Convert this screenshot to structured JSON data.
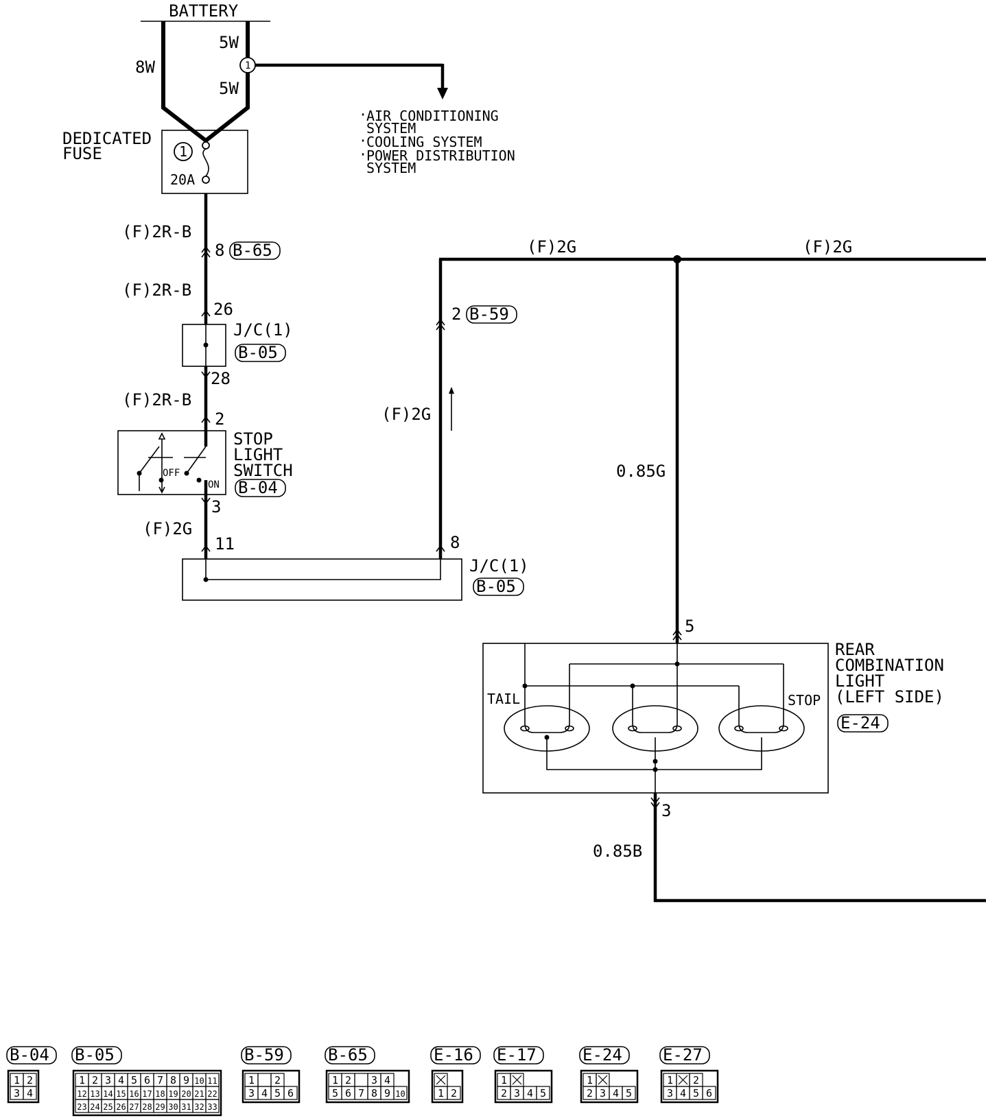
{
  "battery": {
    "label": "BATTERY",
    "wire_left": "8W",
    "wire_top": "5W",
    "wire_bottom": "5W",
    "junction": "1"
  },
  "systems": [
    "AIR CONDITIONING",
    "SYSTEM",
    "COOLING SYSTEM",
    "POWER DISTRIBUTION",
    "SYSTEM"
  ],
  "fuse": {
    "label1": "DEDICATED",
    "label2": "FUSE",
    "number": "1",
    "rating": "20A"
  },
  "wires": {
    "f2rb_1": "(F)2R-B",
    "f2rb_2": "(F)2R-B",
    "f2rb_3": "(F)2R-B",
    "f2g_1": "(F)2G",
    "f2g_2": "(F)2G",
    "f2g_top1": "(F)2G",
    "f2g_top2": "(F)2G",
    "g085": "0.85G",
    "b085": "0.85B"
  },
  "pins": {
    "b65_pin": "8",
    "jc_top_in": "26",
    "jc_top_out": "28",
    "sw_in": "2",
    "sw_out": "3",
    "jc_bot_left": "11",
    "jc_bot_right": "8",
    "b59_pin": "2",
    "e24_in": "5",
    "e24_out": "3"
  },
  "conn_ids": {
    "b65": "B-65",
    "b05_a": "B-05",
    "b05_b": "B-05",
    "b04": "B-04",
    "b59": "B-59",
    "e24": "E-24"
  },
  "jc": {
    "label_a": "J/C(1)",
    "label_b": "J/C(1)"
  },
  "switch": {
    "line1": "STOP",
    "line2": "LIGHT",
    "line3": "SWITCH",
    "off": "OFF",
    "on": "ON"
  },
  "lamp": {
    "line1": "REAR",
    "line2": "COMBINATION",
    "line3": "LIGHT",
    "line4": "(LEFT SIDE)",
    "tail": "TAIL",
    "stop": "STOP"
  },
  "connector_legend": [
    {
      "id": "B-04",
      "rows": [
        [
          "1",
          "2"
        ],
        [
          "3",
          "4"
        ]
      ]
    },
    {
      "id": "B-05",
      "rows": [
        [
          "1",
          "2",
          "3",
          "4",
          "5",
          "6",
          "7",
          "8",
          "9",
          "10",
          "11"
        ],
        [
          "12",
          "13",
          "14",
          "15",
          "16",
          "17",
          "18",
          "19",
          "20",
          "21",
          "22"
        ],
        [
          "23",
          "24",
          "25",
          "26",
          "27",
          "28",
          "29",
          "30",
          "31",
          "32",
          "33"
        ]
      ]
    },
    {
      "id": "B-59",
      "rows": [
        [
          "1",
          "",
          "2"
        ],
        [
          "3",
          "4",
          "5",
          "6"
        ]
      ]
    },
    {
      "id": "B-65",
      "rows": [
        [
          "1",
          "2",
          "",
          "3",
          "4"
        ],
        [
          "5",
          "6",
          "7",
          "8",
          "9",
          "10"
        ]
      ]
    },
    {
      "id": "E-16",
      "rows": [
        [
          "X"
        ],
        [
          "1",
          "2"
        ]
      ]
    },
    {
      "id": "E-17",
      "rows": [
        [
          "1",
          "X"
        ],
        [
          "2",
          "3",
          "4",
          "5"
        ]
      ]
    },
    {
      "id": "E-24",
      "rows": [
        [
          "1",
          "X"
        ],
        [
          "2",
          "3",
          "4",
          "5"
        ]
      ]
    },
    {
      "id": "E-27",
      "rows": [
        [
          "1",
          "X",
          "2"
        ],
        [
          "3",
          "4",
          "5",
          "6"
        ]
      ]
    }
  ]
}
